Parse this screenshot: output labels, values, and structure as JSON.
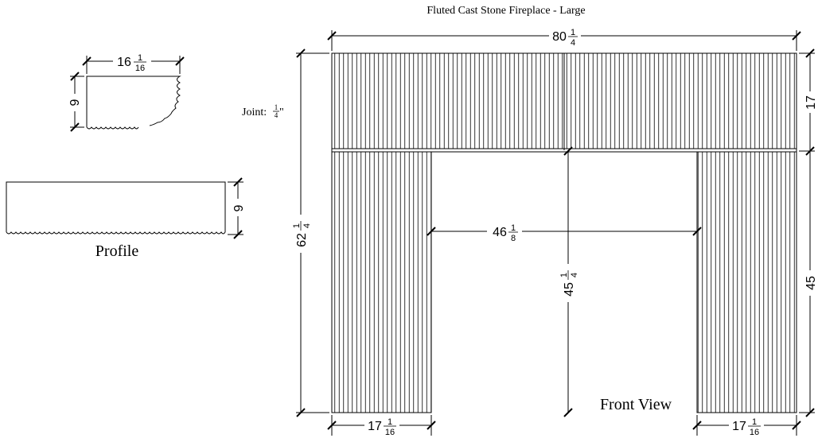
{
  "title": "Fluted Cast Stone Fireplace - Large",
  "joint": {
    "label": "Joint: ",
    "num": "1",
    "den": "4",
    "unit": "\""
  },
  "profile_label": "Profile",
  "front_view_label": "Front View",
  "dimensions": {
    "overall_width": {
      "whole": "80",
      "num": "1",
      "den": "4"
    },
    "overall_height": {
      "whole": "62",
      "num": "1",
      "den": "4"
    },
    "header_height": {
      "whole": "17",
      "num": "",
      "den": ""
    },
    "leg_height": {
      "whole": "45",
      "num": "",
      "den": ""
    },
    "opening_width": {
      "whole": "46",
      "num": "1",
      "den": "8"
    },
    "opening_height": {
      "whole": "45",
      "num": "1",
      "den": "4"
    },
    "left_leg_width": {
      "whole": "17",
      "num": "1",
      "den": "16"
    },
    "right_leg_width": {
      "whole": "17",
      "num": "1",
      "den": "16"
    },
    "profile_top_depth": {
      "whole": "16",
      "num": "1",
      "den": "16"
    },
    "profile_top_height": {
      "whole": "9",
      "num": "",
      "den": ""
    },
    "profile_bottom_height": {
      "whole": "9",
      "num": "",
      "den": ""
    }
  }
}
